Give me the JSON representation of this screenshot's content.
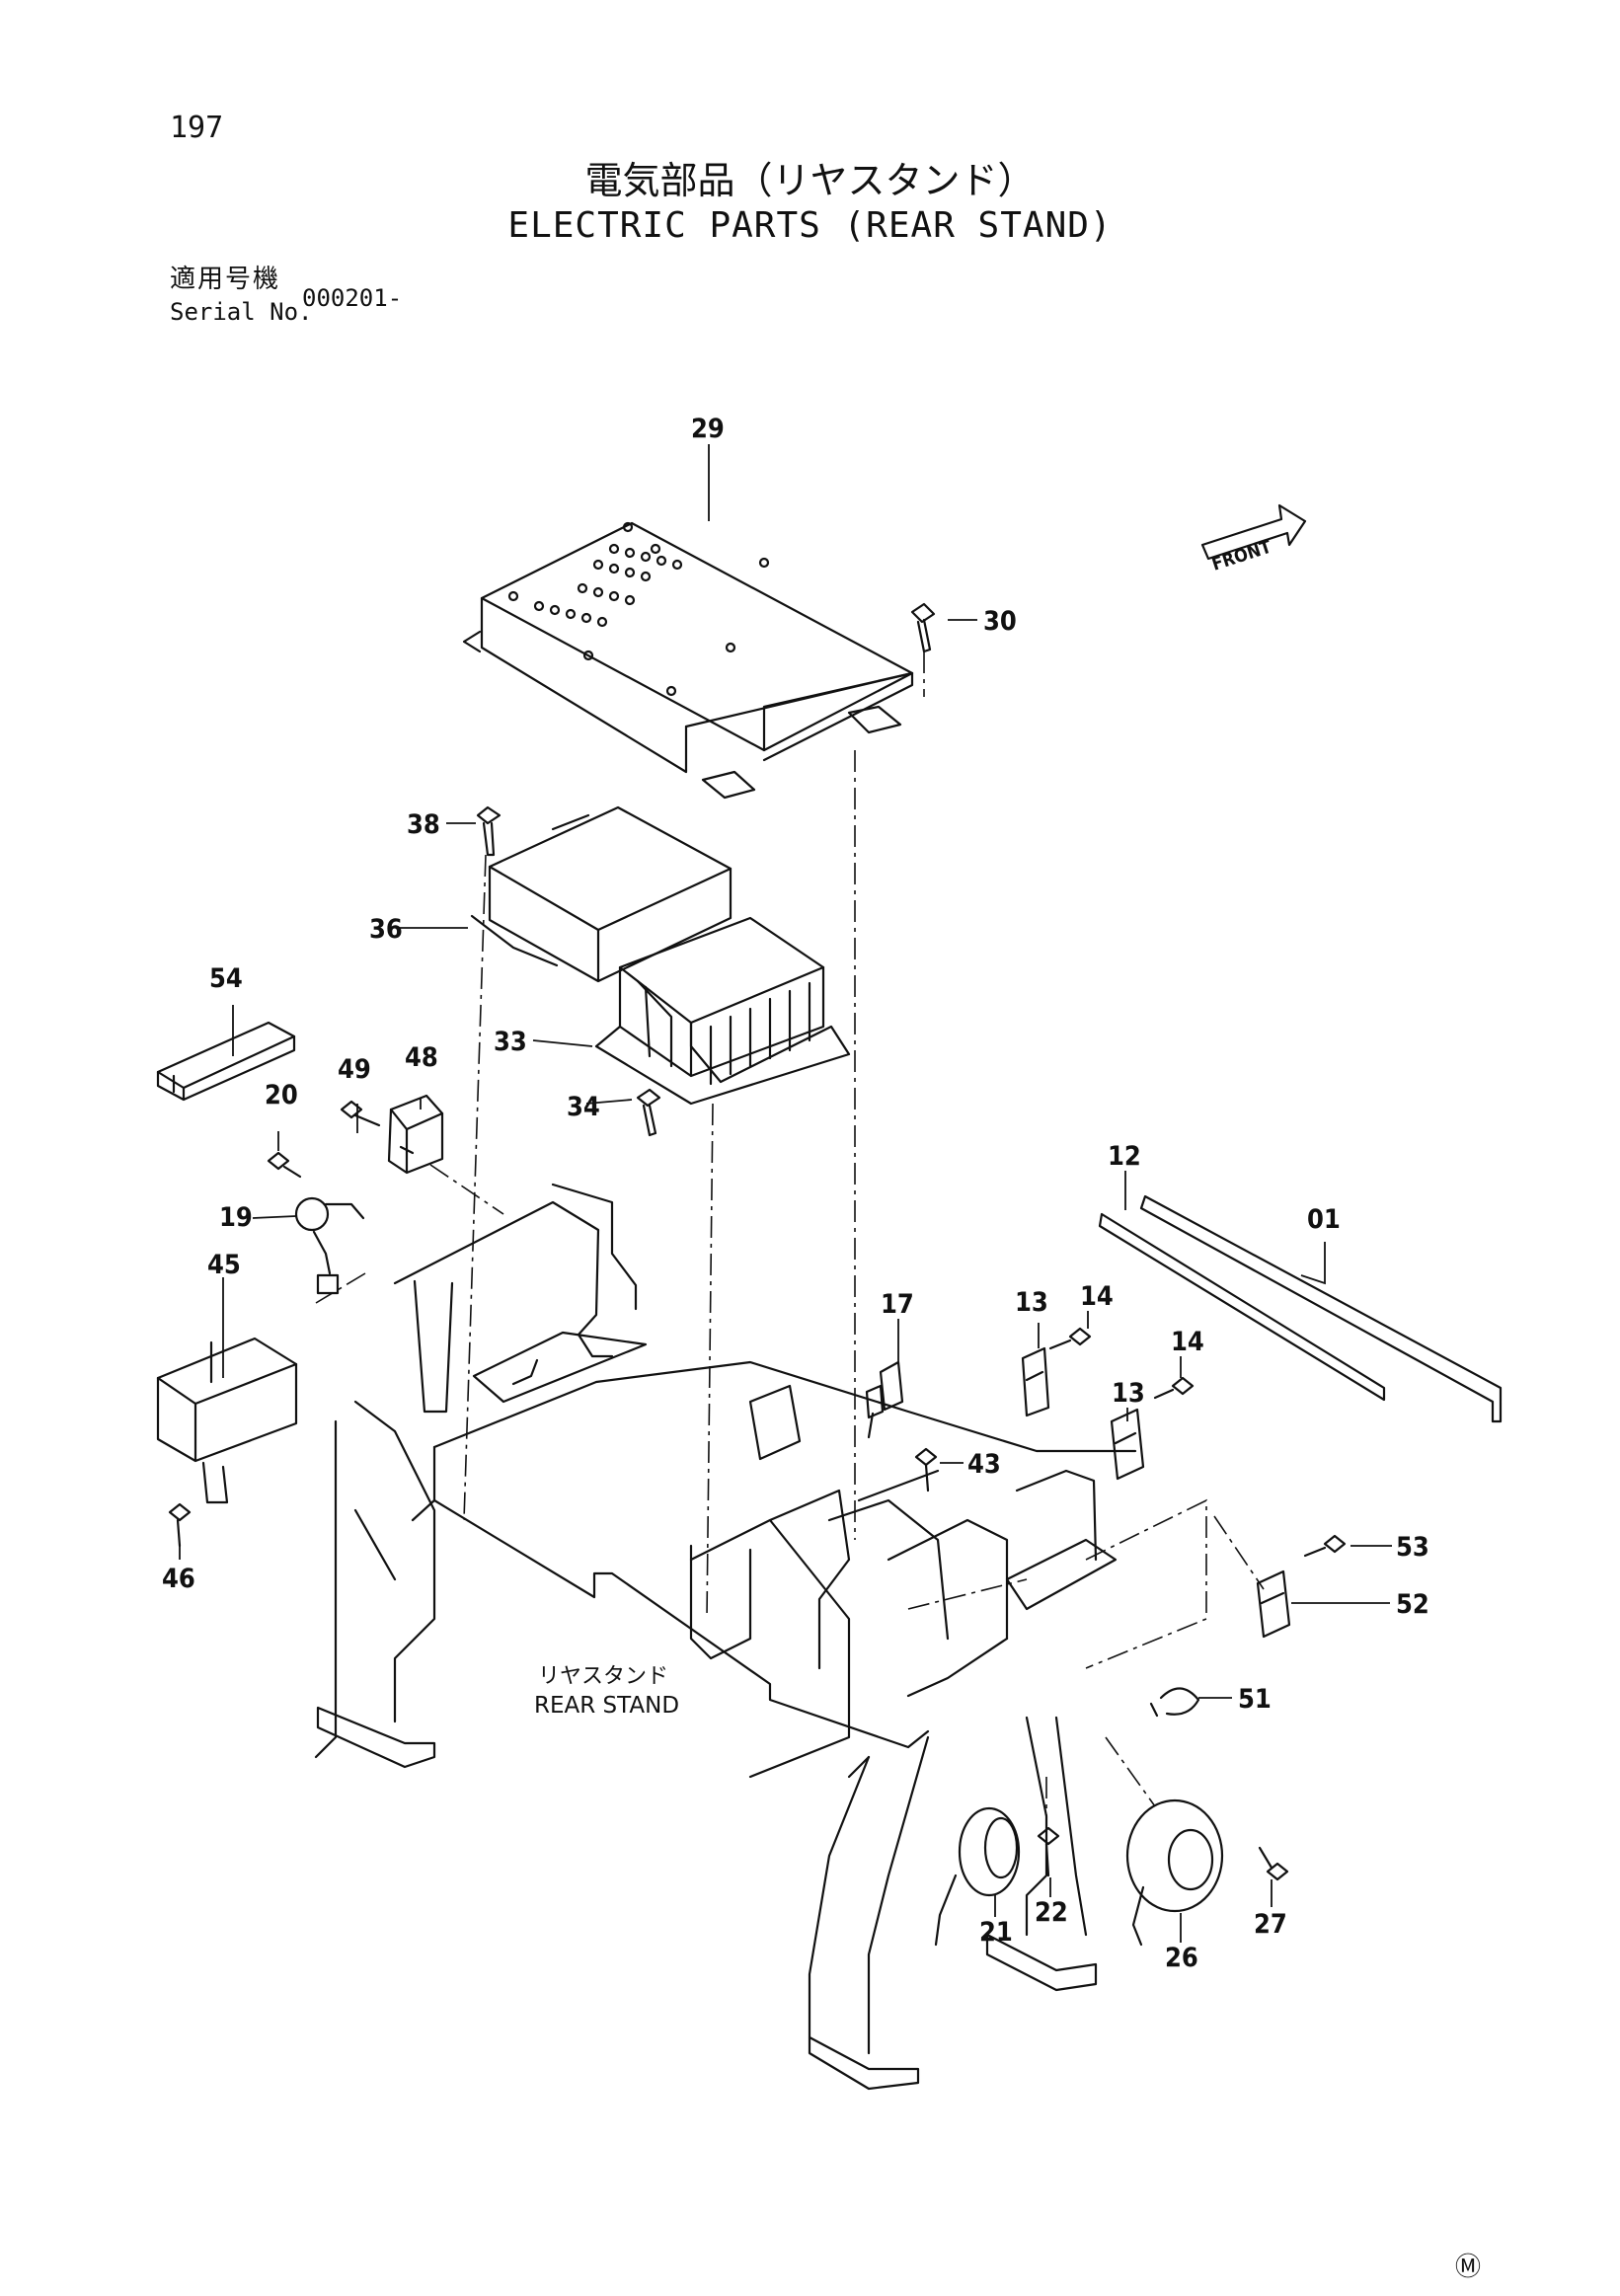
{
  "page_number": "197",
  "title_jp": "電気部品（リヤスタンド）",
  "title_en": "ELECTRIC PARTS (REAR STAND)",
  "serial_label_jp": "適用号機",
  "serial_label_en": "Serial No.",
  "serial_value": "000201-",
  "front_label": "FRONT",
  "rear_stand_jp": "リヤスタンド",
  "rear_stand_en": "REAR STAND",
  "mark": "Ⓜ",
  "callouts": [
    "29",
    "30",
    "38",
    "36",
    "54",
    "33",
    "49",
    "48",
    "34",
    "20",
    "19",
    "12",
    "01",
    "45",
    "14",
    "17",
    "13",
    "14",
    "13",
    "43",
    "53",
    "52",
    "46",
    "51",
    "21",
    "22",
    "26",
    "27"
  ]
}
